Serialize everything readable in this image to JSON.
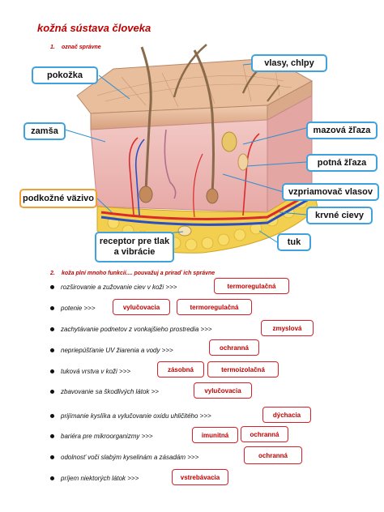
{
  "title": "kožná sústava človeka",
  "task1": {
    "num": "1.",
    "text": "označ správne"
  },
  "labels": {
    "pokozka": "pokožka",
    "zamsa": "zamša",
    "podkozne": "podkožné väzivo",
    "vlasy": "vlasy, chlpy",
    "mazova": "mazová žľaza",
    "potna": "potná žľaza",
    "vzpriamovac": "vzpriamovač vlasov",
    "krvne": "krvné cievy",
    "receptor": "receptor pre tlak a vibrácie",
    "tuk": "tuk"
  },
  "task2": {
    "num": "2.",
    "text": "koža plní mnoho funkcií.... pouvažuj a priraď ich správne"
  },
  "rows": [
    {
      "text": "rozširovanie a zužovanie ciev v koži >>>",
      "answers": [
        "termoregulačná"
      ]
    },
    {
      "text": "potenie >>>",
      "answers": [
        "vylučovacia",
        "termoregulačná"
      ]
    },
    {
      "text": "zachytávanie podnetov z vonkajšieho prostredia >>>",
      "answers": [
        "zmyslová"
      ]
    },
    {
      "text": "nepriepúšťanie UV žiarenia a vody >>>",
      "answers": [
        "ochranná"
      ]
    },
    {
      "text": "tuková vrstva v koži >>>",
      "answers": [
        "zásobná",
        "termoizolačná"
      ]
    },
    {
      "text": "zbavovanie sa škodlivých látok >>",
      "answers": [
        "vylučovacia"
      ]
    },
    {
      "text": "prijímanie kyslíka a vylučovanie oxidu uhličitého >>>",
      "answers": [
        "dýchacia"
      ]
    },
    {
      "text": "bariéra pre mikroorganizmy >>>",
      "answers": [
        "imunitná",
        "ochranná"
      ]
    },
    {
      "text": "odolnosť voči slabým kyselinám a zásadám >>>",
      "answers": [
        "ochranná"
      ]
    },
    {
      "text": "príjem niektorých látok >>>",
      "answers": [
        "vstrebávacia"
      ]
    }
  ]
}
